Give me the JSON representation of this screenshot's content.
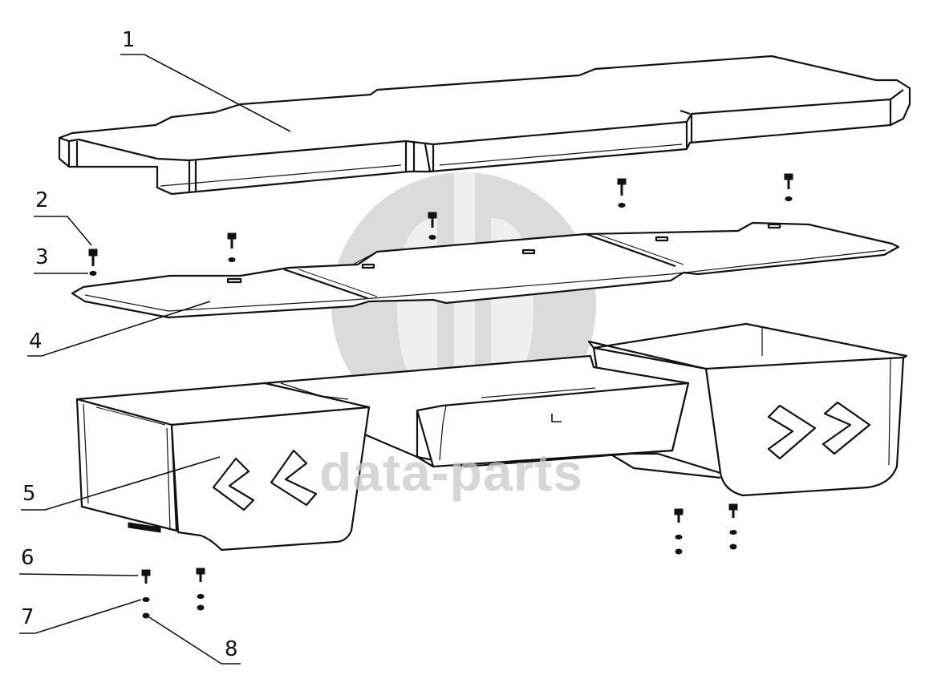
{
  "diagram": {
    "type": "exploded-parts-drawing",
    "callouts": [
      "1",
      "2",
      "3",
      "4",
      "5",
      "6",
      "7",
      "8"
    ]
  },
  "watermark": {
    "text": "data-parts",
    "color": "#c8c8c8"
  },
  "colors": {
    "line": "#111111",
    "background": "#ffffff"
  }
}
